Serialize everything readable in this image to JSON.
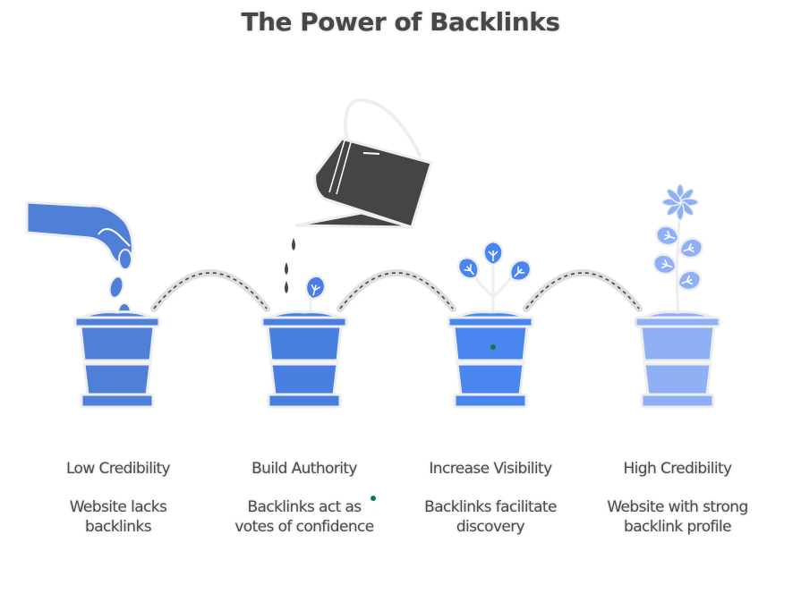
{
  "title": "The Power of Backlinks",
  "colors": {
    "stage1_pot": "#4f7fd6",
    "stage2_pot": "#4a7fe2",
    "stage3_pot": "#4a86ef",
    "stage4_pot": "#8fb0f5",
    "watering_can": "#454545",
    "text": "#4a4a4a"
  },
  "stages": [
    {
      "heading": "Low Credibility",
      "description_line1": "Website lacks",
      "description_line2": "backlinks",
      "icon": "hand-planting-seed"
    },
    {
      "heading": "Build Authority",
      "description_line1": "Backlinks act as",
      "description_line2": "votes of confidence",
      "icon": "watering-can-sprout"
    },
    {
      "heading": "Increase Visibility",
      "description_line1": "Backlinks facilitate",
      "description_line2": "discovery",
      "icon": "growing-plant"
    },
    {
      "heading": "High Credibility",
      "description_line1": "Website with strong",
      "description_line2": "backlink profile",
      "icon": "flowering-plant"
    }
  ]
}
